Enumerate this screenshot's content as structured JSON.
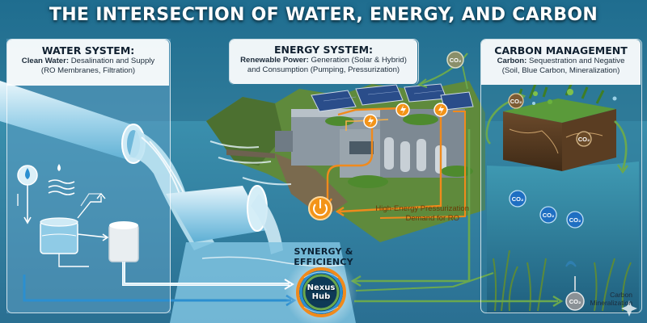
{
  "header": {
    "title": "THE INTERSECTION OF WATER, ENERGY, AND CARBON"
  },
  "water_panel": {
    "title": "WATER SYSTEM:",
    "line1_bold": "Clean Water:",
    "line1_rest": " Desalination and Supply",
    "line2": "(RO Membranes, Filtration)"
  },
  "energy_panel": {
    "title": "ENERGY SYSTEM:",
    "line1_bold": "Renewable Power:",
    "line1_rest": " Generation (Solar & Hybrid)",
    "line2": "and Consumption (Pumping, Pressurization)"
  },
  "carbon_panel": {
    "title": "CARBON MANAGEMENT",
    "line1_bold": "Carbon:",
    "line1_rest": " Sequestration and Negative",
    "line2": "(Soil, Blue Carbon, Mineralization)"
  },
  "center": {
    "synergy_label": "SYNERGY & EFFICIENCY",
    "hub_line1": "Nexus",
    "hub_line2": "Hub"
  },
  "annotations": {
    "energy_demand_line1": "High-Energy Pressurization",
    "energy_demand_line2": "Demand for RO",
    "mineral_line1": "Carbon",
    "mineral_line2": "Mineralization",
    "co2_label": "CO₂"
  },
  "colors": {
    "water_arrow": "#2b8fd0",
    "energy_arrow": "#f08a1c",
    "carbon_arrow": "#6aa84f",
    "ocean": "#3a87a6",
    "cliff": "#5f8a3c"
  }
}
